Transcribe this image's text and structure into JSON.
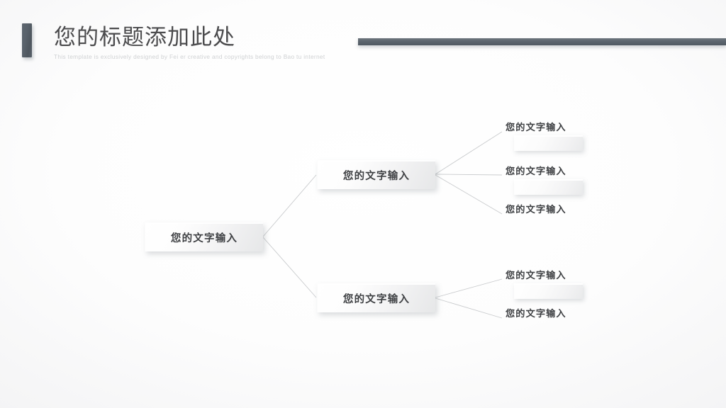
{
  "header": {
    "title": "您的标题添加此处",
    "subtitle": "This template is exclusively designed by Fei er creative and copyrights belong to Bao tu internet",
    "accent_color": "#59626b",
    "rule_color": "#5c656e"
  },
  "diagram": {
    "type": "tree",
    "root": {
      "label": "您的文字输入"
    },
    "branches": [
      {
        "label": "您的文字输入",
        "leaves": [
          {
            "label": "您的文字输入",
            "has_plate": true
          },
          {
            "label": "您的文字输入",
            "has_plate": true
          },
          {
            "label": "您的文字输入",
            "has_plate": false
          }
        ]
      },
      {
        "label": "您的文字输入",
        "leaves": [
          {
            "label": "您的文字输入",
            "has_plate": true
          },
          {
            "label": "您的文字输入",
            "has_plate": false
          }
        ]
      }
    ],
    "connector_color": "#c9cbcd",
    "node_text_color": "#3f4144"
  }
}
